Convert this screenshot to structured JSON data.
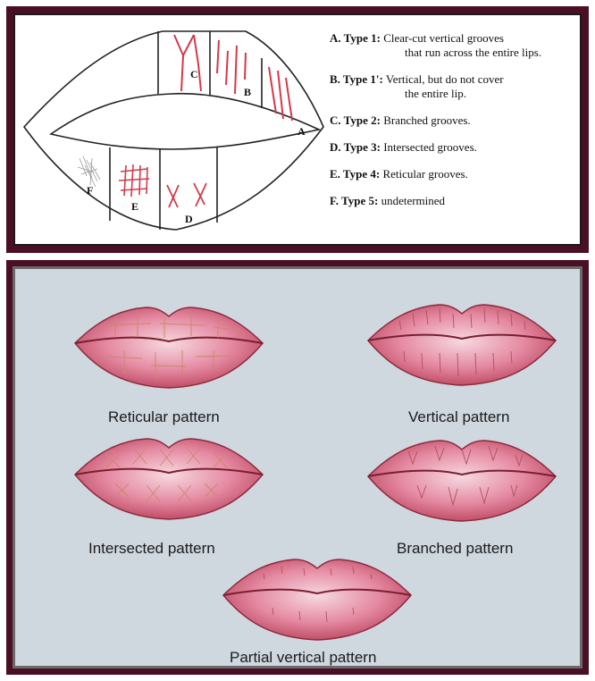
{
  "top_panel": {
    "region_labels": [
      "A",
      "B",
      "C",
      "D",
      "E",
      "F"
    ],
    "legend": [
      {
        "key": "A. Type 1:",
        "line1": "Clear-cut vertical grooves",
        "line2": "that run across the entire lips."
      },
      {
        "key": "B. Type 1':",
        "line1": "Vertical, but do not cover",
        "line2": "the entire lip."
      },
      {
        "key": "C. Type 2:",
        "line1": "Branched grooves.",
        "line2": ""
      },
      {
        "key": "D. Type 3:",
        "line1": "Intersected grooves.",
        "line2": ""
      },
      {
        "key": "E. Type 4:",
        "line1": "Reticular grooves.",
        "line2": ""
      },
      {
        "key": "F. Type 5:",
        "line1": "undetermined",
        "line2": ""
      }
    ]
  },
  "bottom_panel": {
    "patterns": [
      {
        "label": "Reticular pattern"
      },
      {
        "label": "Vertical pattern"
      },
      {
        "label": "Intersected pattern"
      },
      {
        "label": "Branched pattern"
      },
      {
        "label": "Partial vertical pattern"
      }
    ]
  },
  "colors": {
    "frame": "#4a0f25",
    "groove_red": "#d23a4a",
    "lip_pink": "#e07a94",
    "lip_edge": "#8e2a3c",
    "background": "#cfd7df"
  }
}
